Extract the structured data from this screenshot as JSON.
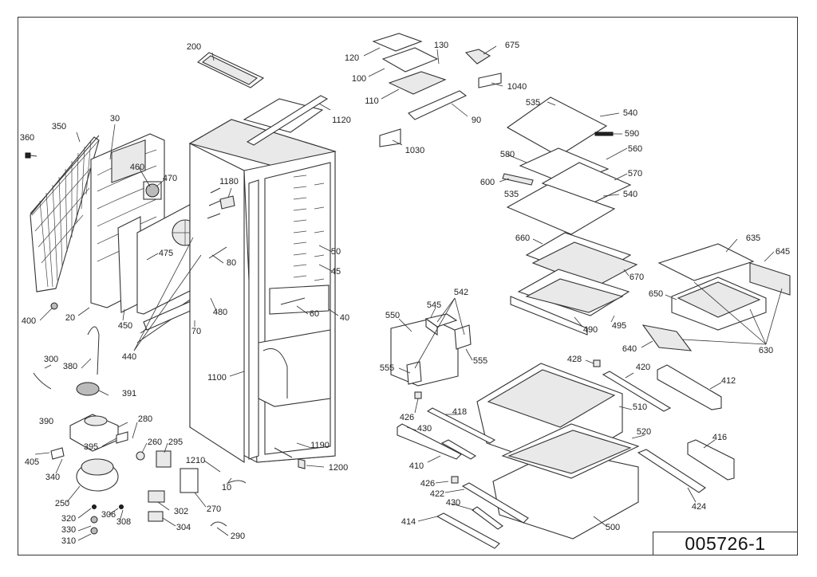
{
  "document_number": "005726-1",
  "callouts": {
    "c200": "200",
    "c120": "120",
    "c130": "130",
    "c675": "675",
    "c100": "100",
    "c1040": "1040",
    "c110": "110",
    "c90": "90",
    "c1030": "1030",
    "c1120": "1120",
    "c535a": "535",
    "c540a": "540",
    "c590": "590",
    "c580": "580",
    "c560": "560",
    "c570": "570",
    "c600": "600",
    "c535b": "535",
    "c540b": "540",
    "c660": "660",
    "c635": "635",
    "c645": "645",
    "c670": "670",
    "c650": "650",
    "c490": "490",
    "c495": "495",
    "c630": "630",
    "c640": "640",
    "c350": "350",
    "c30": "30",
    "c360": "360",
    "c460": "460",
    "c470": "470",
    "c1180": "1180",
    "c50": "50",
    "c45": "45",
    "c475": "475",
    "c80": "80",
    "c60": "60",
    "c40": "40",
    "c400": "400",
    "c20": "20",
    "c450": "450",
    "c480": "480",
    "c70": "70",
    "c440": "440",
    "c542": "542",
    "c545": "545",
    "c550": "550",
    "c555a": "555",
    "c555b": "555",
    "c300": "300",
    "c380": "380",
    "c391": "391",
    "c1100": "1100",
    "c428": "428",
    "c420": "420",
    "c412": "412",
    "c390": "390",
    "c280": "280",
    "c426a": "426",
    "c418": "418",
    "c510": "510",
    "c430a": "430",
    "c520": "520",
    "c416": "416",
    "c395": "395",
    "c260": "260",
    "c295": "295",
    "c1190": "1190",
    "c405": "405",
    "c1210": "1210",
    "c1200": "1200",
    "c410": "410",
    "c340": "340",
    "c10": "10",
    "c426b": "426",
    "c422": "422",
    "c424": "424",
    "c250": "250",
    "c302": "302",
    "c270": "270",
    "c430b": "430",
    "c320": "320",
    "c306": "306",
    "c308": "308",
    "c330": "330",
    "c304": "304",
    "c414": "414",
    "c500": "500",
    "c290": "290",
    "c310": "310"
  }
}
